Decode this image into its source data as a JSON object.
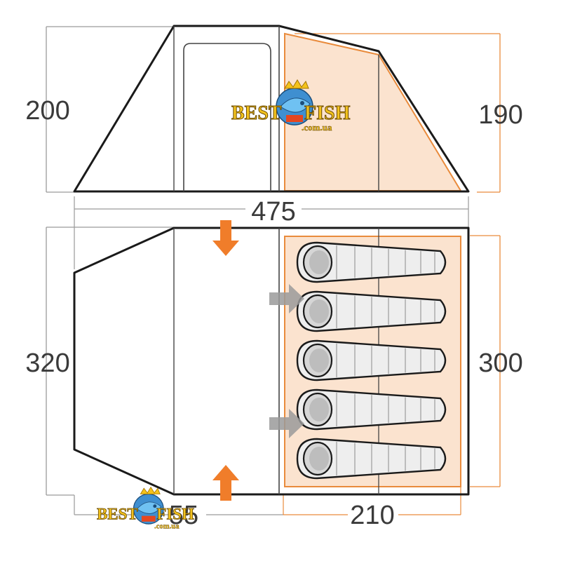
{
  "dimensions": {
    "side_left_height": "200",
    "side_right_height": "190",
    "total_length": "475",
    "floor_left_depth": "320",
    "floor_right_depth": "300",
    "porch_depth": "55",
    "bedroom_length": "210"
  },
  "watermark": {
    "brand_left": "BEST",
    "brand_right": "FISH",
    "domain": ".com.ua"
  },
  "sleeping_bags": {
    "count": 5
  },
  "colors": {
    "outline": "#1a1a1a",
    "bedroom_fill": "#fbe3cf",
    "bedroom_stroke": "#e98b3c",
    "arrow_orange": "#f07d2a",
    "arrow_gray": "#9a9a9a",
    "dimension_line": "#9a9a9a"
  }
}
